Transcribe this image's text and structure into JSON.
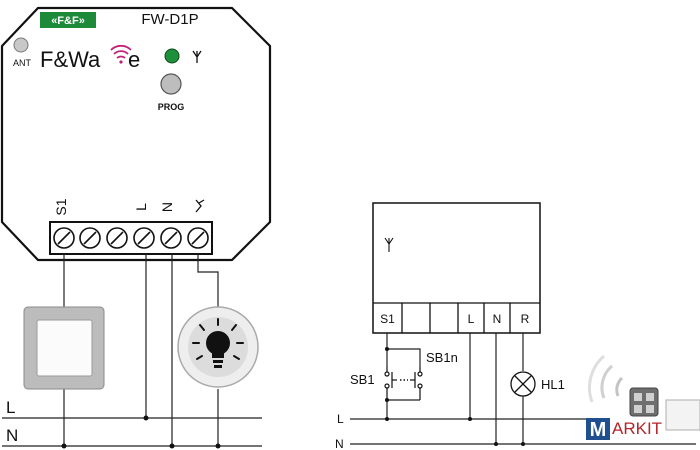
{
  "device": {
    "brand_logo": "«F&F»",
    "model": "FW-D1P",
    "product_name_left": "F&Wa",
    "product_name_right": "e",
    "ant_label": "ANT",
    "prog_label": "PROG",
    "led_color": "#1e8f3a",
    "terminal_labels": [
      "S1",
      "L",
      "N",
      "lamp-output-symbol"
    ]
  },
  "left_supply": {
    "line_label": "L",
    "neutral_label": "N"
  },
  "schematic": {
    "terminals": [
      "S1",
      "",
      "",
      "L",
      "N",
      "R"
    ],
    "switch_labels": [
      "SB1",
      "SB1n"
    ],
    "lamp_label": "HL1",
    "line_label": "L",
    "neutral_label": "N"
  },
  "watermark": {
    "text_m": "M",
    "text_rest": "ARKIT"
  },
  "colors": {
    "logo_green": "#1d8a3a",
    "wave_magenta": "#c2227c",
    "watermark_blue": "#1f4f8f",
    "watermark_red": "#b3262a"
  }
}
